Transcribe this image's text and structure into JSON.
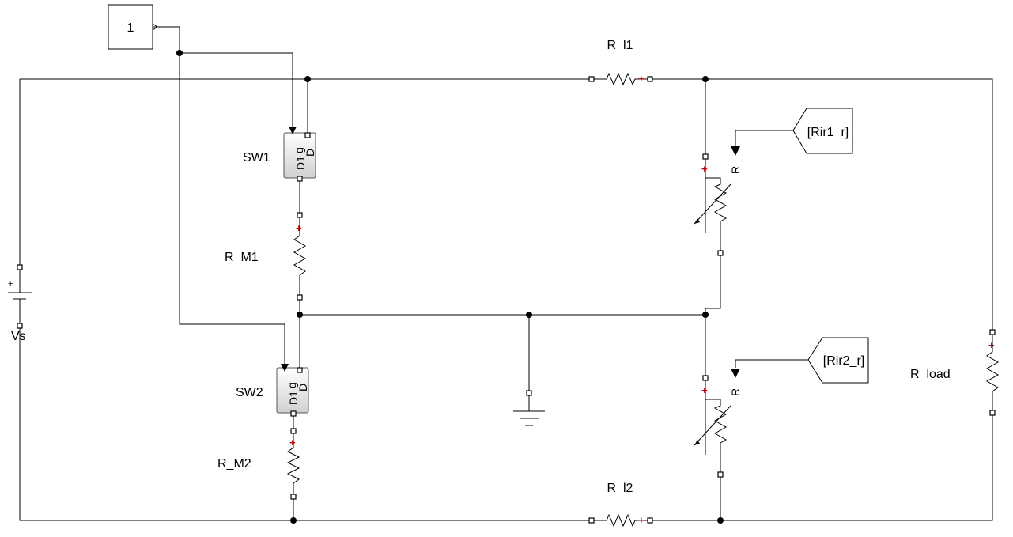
{
  "diagram": {
    "constant_block": {
      "value": "1"
    },
    "labels": {
      "r_l1": "R_l1",
      "r_l2": "R_l2",
      "r_m1": "R_M1",
      "r_m2": "R_M2",
      "r_load": "R_load",
      "vs": "Vs",
      "sw1": "SW1",
      "sw2": "SW2"
    },
    "goto_tags": {
      "rir1": "[Rir1_r]",
      "rir2": "[Rir2_r]"
    },
    "switch_text": {
      "line1": "D1",
      "line2_g": "g",
      "line2_d": "D"
    },
    "var_resistor_port": "R",
    "polarity_plus": "+",
    "source_plus": "+"
  }
}
